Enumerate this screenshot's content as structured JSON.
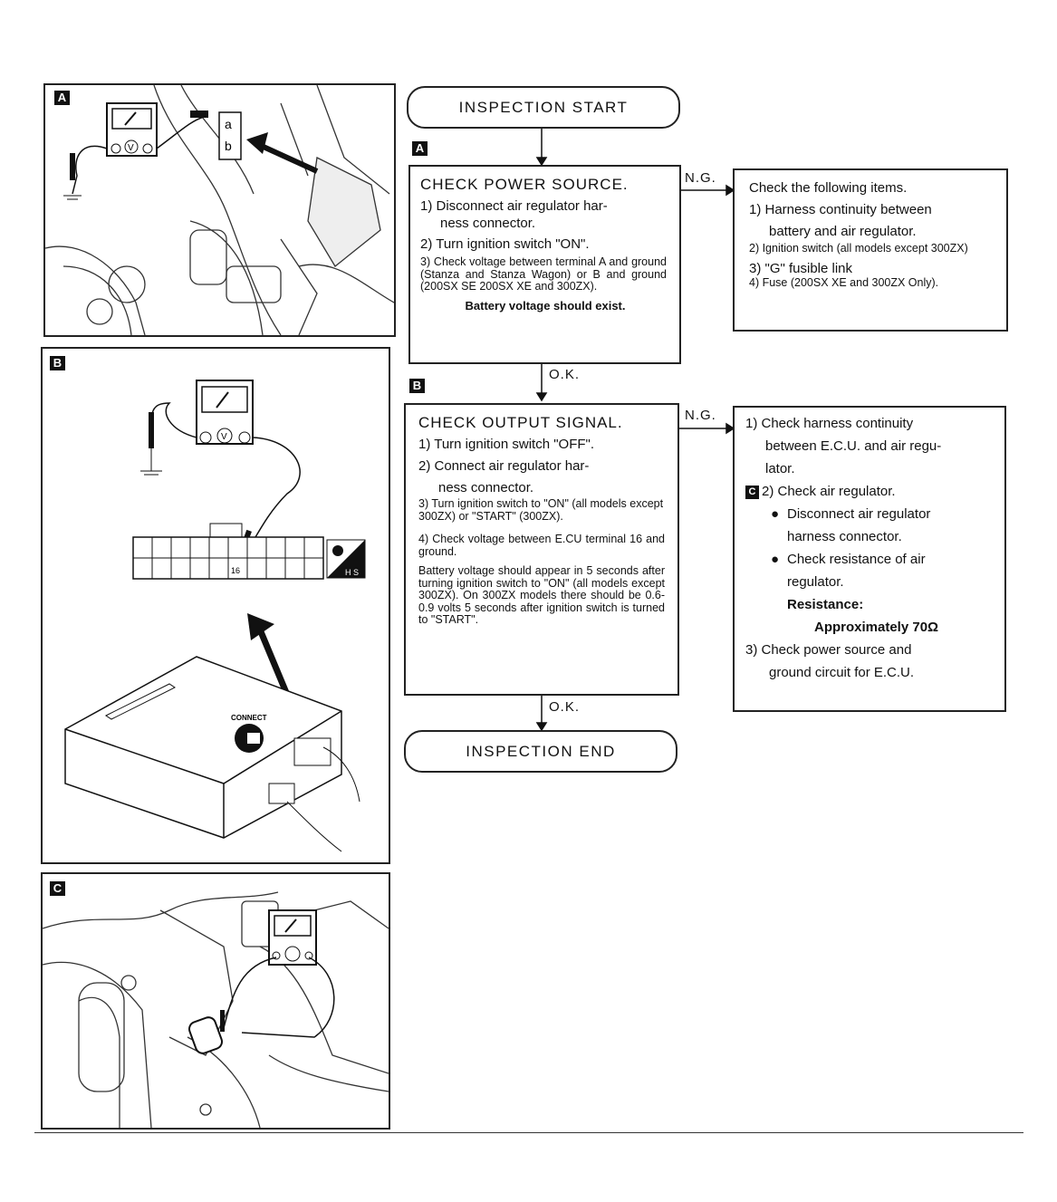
{
  "tags": {
    "a": "A",
    "b": "B",
    "c": "C"
  },
  "panels": {
    "a": {
      "meter_symbol": "V",
      "terminal_a": "a",
      "terminal_b": "b"
    },
    "b": {
      "meter_symbol": "V",
      "pin_label": "16",
      "hs_label": "H S",
      "connect_label": "CONNECT"
    }
  },
  "flow": {
    "start": "INSPECTION START",
    "end": "INSPECTION END",
    "ng1": "N.G.",
    "ng2": "N.G.",
    "ok1": "O.K.",
    "ok2": "O.K.",
    "step_a": {
      "tag": "A",
      "title": "CHECK POWER SOURCE.",
      "l1a": "1) Disconnect air regulator har-",
      "l1b": "ness connector.",
      "l2": "2) Turn ignition switch \"ON\".",
      "l3": "3) Check voltage between terminal A and ground (Stanza and Stanza Wagon) or B and ground (200SX SE 200SX XE and 300ZX).",
      "note": "Battery voltage should exist."
    },
    "step_b": {
      "tag": "B",
      "title": "CHECK OUTPUT SIGNAL.",
      "l1": "1) Turn ignition switch \"OFF\".",
      "l2a": "2) Connect air regulator har-",
      "l2b": "ness connector.",
      "l3": "3) Turn ignition switch to \"ON\" (all models except 300ZX) or \"START\" (300ZX).",
      "l4": "4) Check voltage between E.CU terminal 16 and ground.",
      "note": "Battery voltage should appear in 5 seconds after turning ignition switch to \"ON\" (all models except 300ZX). On 300ZX models there should be 0.6-0.9 volts 5 seconds after ignition switch is turned to \"START\"."
    },
    "ng_a": {
      "title": "Check the following items.",
      "l1a": "1) Harness continuity between",
      "l1b": "battery and air regulator.",
      "l2": "2) Ignition switch (all models except 300ZX)",
      "l3": "3) \"G\" fusible link",
      "l4": "4) Fuse (200SX XE and 300ZX Only)."
    },
    "ng_b": {
      "l1a": "1) Check harness continuity",
      "l1b": "between E.C.U. and air regu-",
      "l1c": "lator.",
      "tag": "C",
      "l2": "2) Check air regulator.",
      "b1a": "Disconnect air regulator",
      "b1b": "harness connector.",
      "b2a": "Check resistance of air",
      "b2b": "regulator.",
      "res_label": "Resistance:",
      "res_value": "Approximately 70Ω",
      "l3a": "3) Check power source and",
      "l3b": "ground circuit for E.C.U."
    }
  }
}
